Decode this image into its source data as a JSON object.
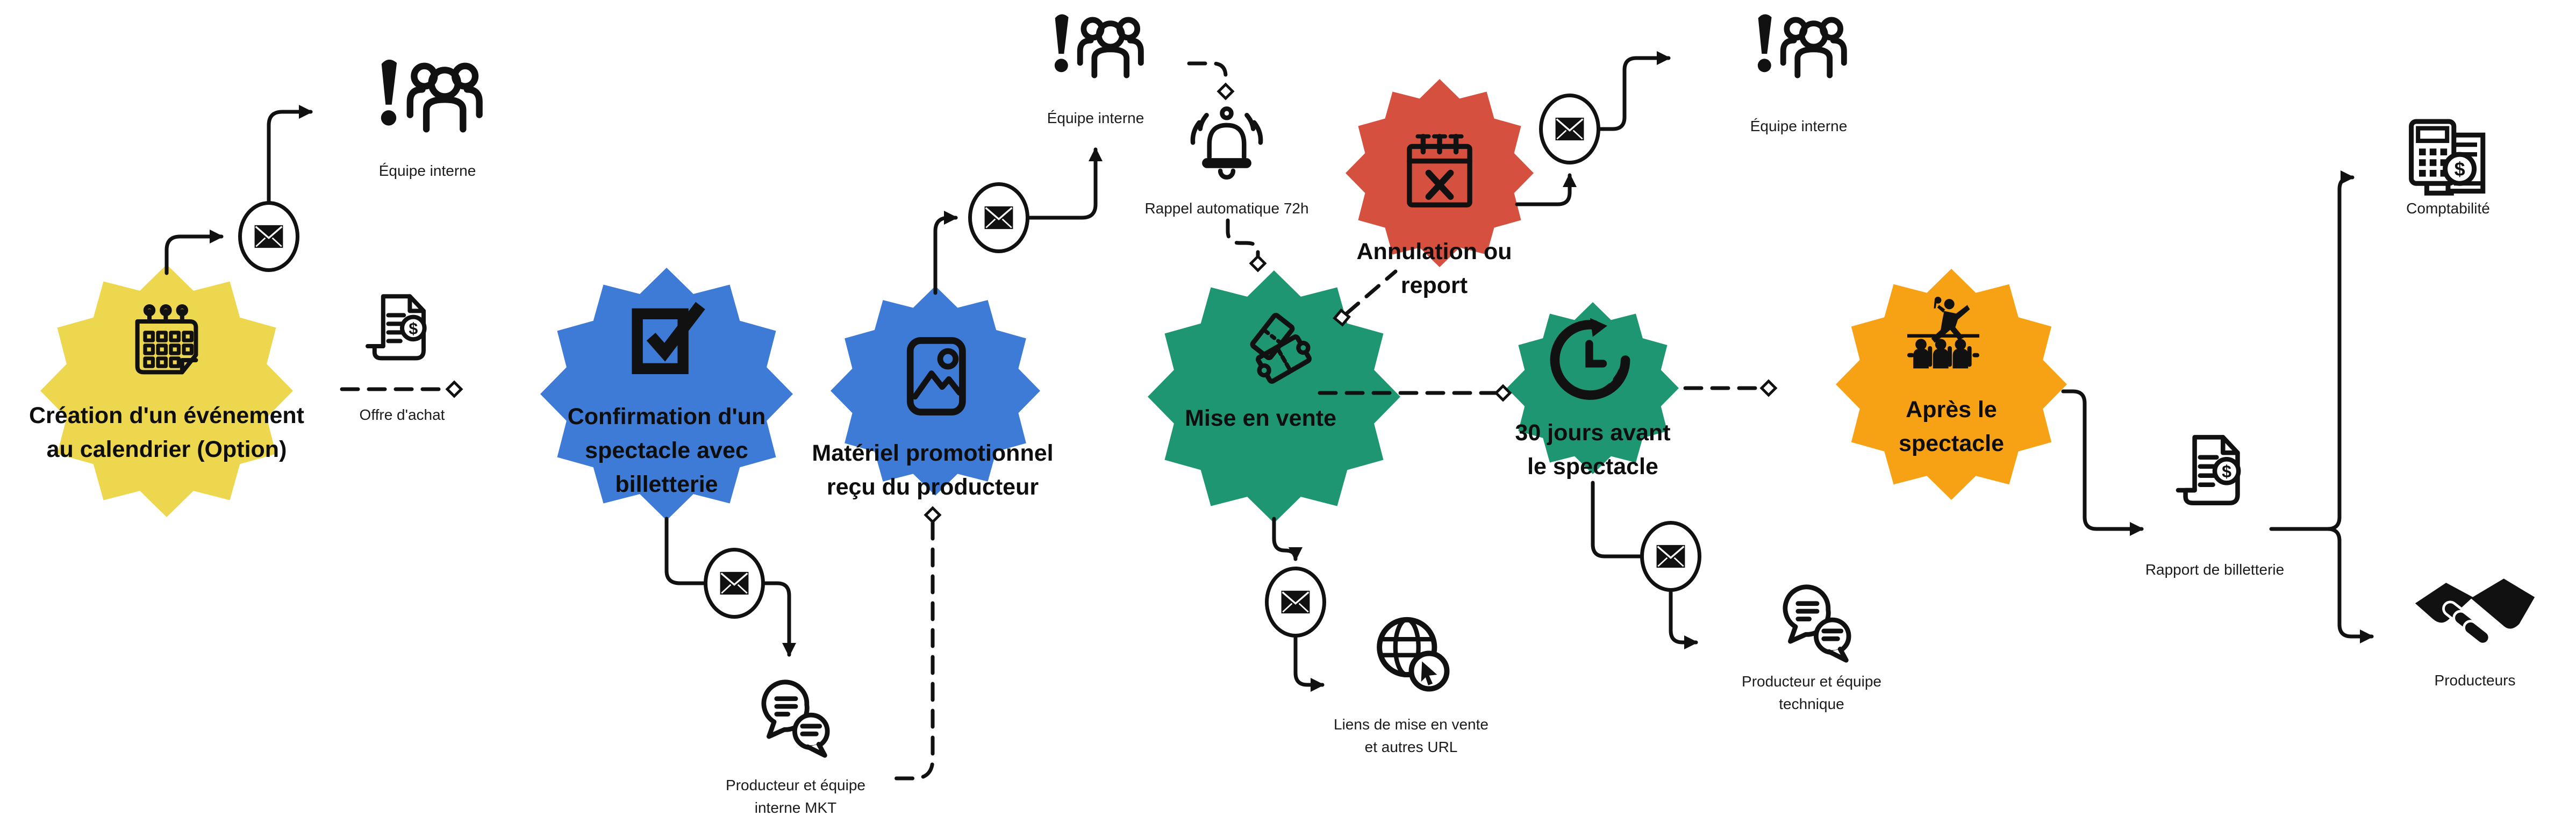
{
  "diagram_title": "",
  "colors": {
    "background": "#ffffff",
    "line": "#111111",
    "yellow": "#EDD74F",
    "blue": "#3E7BD7",
    "green": "#1E9671",
    "red": "#D5503F",
    "orange": "#F7A214"
  },
  "nodes": [
    {
      "id": "creation",
      "label_lines": [
        "Création d'un événement",
        "au calendrier (Option)"
      ],
      "color": "#EDD74F",
      "icon": "calendar-icon"
    },
    {
      "id": "confirmation",
      "label_lines": [
        "Confirmation d'un",
        "spectacle avec",
        "billetterie"
      ],
      "color": "#3E7BD7",
      "icon": "checkbox-icon"
    },
    {
      "id": "materiel",
      "label_lines": [
        "Matériel promotionnel",
        "reçu du producteur"
      ],
      "color": "#3E7BD7",
      "icon": "promo-image-icon"
    },
    {
      "id": "mise-en-vente",
      "label_lines": [
        "Mise en vente"
      ],
      "color": "#1E9671",
      "icon": "tickets-icon"
    },
    {
      "id": "annulation",
      "label_lines": [
        "Annulation ou",
        "report"
      ],
      "color": "#D5503F",
      "icon": "calendar-x-icon"
    },
    {
      "id": "trente-jours",
      "label_lines": [
        "30 jours avant",
        "le spectacle"
      ],
      "color": "#1E9671",
      "icon": "clock-countdown-icon"
    },
    {
      "id": "apres",
      "label_lines": [
        "Après le",
        "spectacle"
      ],
      "color": "#F7A214",
      "icon": "concert-icon"
    }
  ],
  "annotations": [
    {
      "id": "equipe-interne-1",
      "label": "Équipe interne",
      "icon": "alert-team-icon"
    },
    {
      "id": "offre-achat",
      "label": "Offre d'achat",
      "icon": "purchase-offer-icon"
    },
    {
      "id": "producteur-mkt",
      "label_lines": [
        "Producteur et équipe",
        "interne MKT"
      ],
      "icon": "chat-bubbles-icon"
    },
    {
      "id": "equipe-interne-2",
      "label": "Équipe interne",
      "icon": "alert-team-icon"
    },
    {
      "id": "rappel-automatique",
      "label": "Rappel automatique 72h",
      "icon": "bell-icon"
    },
    {
      "id": "equipe-interne-3",
      "label": "Équipe interne",
      "icon": "alert-team-icon"
    },
    {
      "id": "liens-vente",
      "label_lines": [
        "Liens de mise en vente",
        "et autres URL"
      ],
      "icon": "web-links-icon"
    },
    {
      "id": "producteur-technique",
      "label_lines": [
        "Producteur et équipe",
        "technique"
      ],
      "icon": "chat-bubbles-icon"
    },
    {
      "id": "rapport-billetterie",
      "label": "Rapport de billetterie",
      "icon": "billing-report-icon"
    },
    {
      "id": "comptabilite",
      "label": "Comptabilité",
      "icon": "accounting-icon"
    },
    {
      "id": "producteurs",
      "label": "Producteurs",
      "icon": "handshake-icon"
    }
  ],
  "edges": [
    {
      "from": "creation",
      "to": "equipe-interne-1",
      "via": "email",
      "style": "solid"
    },
    {
      "from": "creation",
      "to": "offre-achat",
      "style": "dashed"
    },
    {
      "from": "confirmation",
      "to": "producteur-mkt",
      "via": "email",
      "style": "solid"
    },
    {
      "from": "materiel",
      "to": "equipe-interne-2",
      "via": "email",
      "style": "solid"
    },
    {
      "from": "materiel",
      "to": "producteur-mkt",
      "style": "dashed"
    },
    {
      "from": "rappel-automatique",
      "to": "mise-en-vente",
      "style": "dashed"
    },
    {
      "from": "mise-en-vente",
      "to": "trente-jours",
      "style": "dashed"
    },
    {
      "from": "mise-en-vente",
      "to": "liens-vente",
      "via": "email",
      "style": "solid"
    },
    {
      "from": "annulation",
      "to": "equipe-interne-3",
      "via": "email",
      "style": "solid"
    },
    {
      "from": "trente-jours",
      "to": "producteur-technique",
      "via": "email",
      "style": "solid"
    },
    {
      "from": "trente-jours",
      "to": "apres",
      "style": "dashed"
    },
    {
      "from": "apres",
      "to": "rapport-billetterie",
      "style": "solid"
    },
    {
      "from": "rapport-billetterie",
      "to": "comptabilite",
      "style": "solid"
    },
    {
      "from": "rapport-billetterie",
      "to": "producteurs",
      "style": "solid"
    }
  ]
}
